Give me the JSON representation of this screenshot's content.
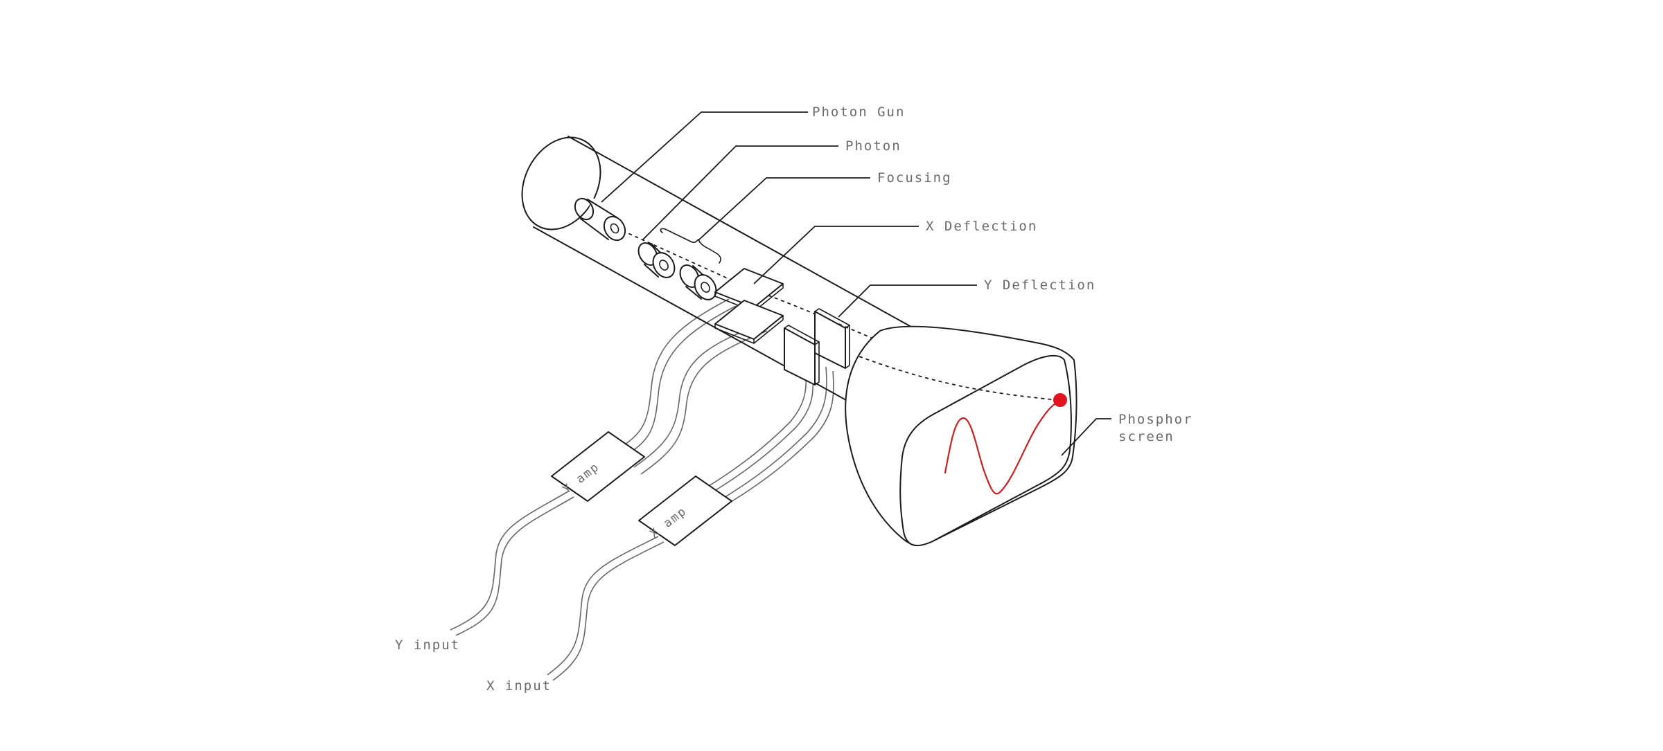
{
  "labels": {
    "photon_gun": "Photon Gun",
    "photon": "Photon",
    "focusing": "Focusing",
    "x_deflection": "X Deflection",
    "y_deflection": "Y Deflection",
    "phosphor_screen_line1": "Phosphor",
    "phosphor_screen_line2": "screen",
    "y_amp": "Y amp",
    "x_amp": "X amp",
    "y_input": "Y input",
    "x_input": "X input"
  },
  "colors": {
    "ink": "#1a1a1a",
    "label": "#6a6a6a",
    "signal": "#cc1f1f",
    "spot": "#e0141e"
  }
}
